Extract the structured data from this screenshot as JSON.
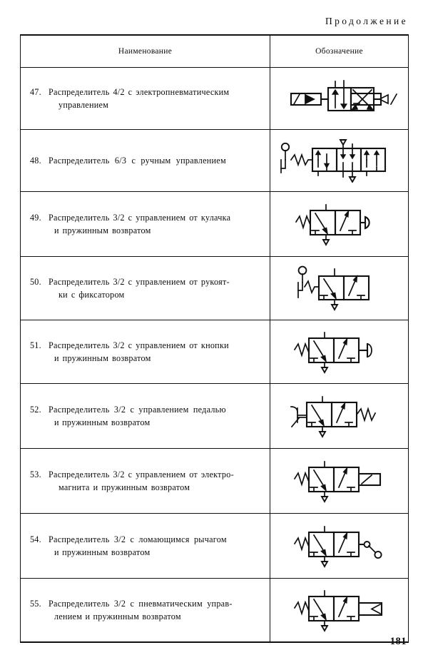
{
  "page": {
    "continuation_label": "Продолжение",
    "page_number": "181"
  },
  "table": {
    "headers": {
      "name": "Наименование",
      "symbol": "Обозначение"
    },
    "rows": [
      {
        "number": "47.",
        "line1": "Распределитель 4/2 с электропневматическим",
        "line2": "управлением",
        "symbol_name": "valve-4-2-electropneumatic"
      },
      {
        "number": "48.",
        "line1": "Распределитель 6/3 с ручным управлением",
        "line2": "",
        "symbol_name": "valve-6-3-manual"
      },
      {
        "number": "49.",
        "line1": "Распределитель 3/2 с управлением от кулачка",
        "line2": "и пружинным возвратом",
        "symbol_name": "valve-3-2-cam-spring"
      },
      {
        "number": "50.",
        "line1": "Распределитель 3/2 с управлением от рукоят-",
        "line2": "ки с фиксатором",
        "symbol_name": "valve-3-2-lever-detent"
      },
      {
        "number": "51.",
        "line1": "Распределитель 3/2 с управлением от кнопки",
        "line2": "и пружинным возвратом",
        "symbol_name": "valve-3-2-pushbutton-spring"
      },
      {
        "number": "52.",
        "line1": "Распределитель 3/2 с управлением педалью",
        "line2": "и пружинным возвратом",
        "symbol_name": "valve-3-2-pedal-spring"
      },
      {
        "number": "53.",
        "line1": "Распределитель 3/2 с управлением от электро-",
        "line2": "магнита и пружинным возвратом",
        "symbol_name": "valve-3-2-solenoid-spring"
      },
      {
        "number": "54.",
        "line1": "Распределитель 3/2 с ломающимся рычагом",
        "line2": "и пружинным возвратом",
        "symbol_name": "valve-3-2-breaking-lever-spring"
      },
      {
        "number": "55.",
        "line1": "Распределитель 3/2 с пневматическим управ-",
        "line2": "лением и пружинным возвратом",
        "symbol_name": "valve-3-2-pneumatic-pilot-spring"
      }
    ]
  }
}
